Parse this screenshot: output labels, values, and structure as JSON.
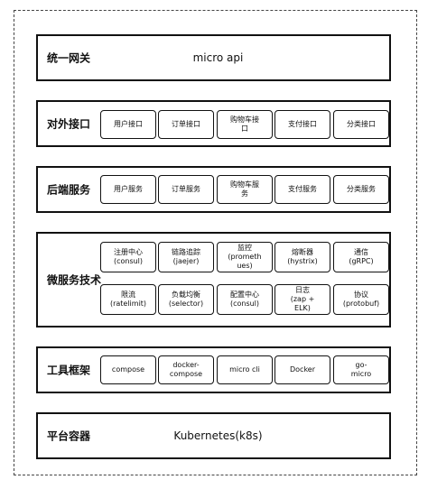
{
  "layers": {
    "gateway": {
      "title": "统一网关",
      "center": "micro api"
    },
    "external_api": {
      "title": "对外接口",
      "items": [
        "用户接口",
        "订单接口",
        "购物车接\n口",
        "支付接口",
        "分类接口"
      ]
    },
    "backend": {
      "title": "后端服务",
      "items": [
        "用户服务",
        "订单服务",
        "购物车服\n务",
        "支付服务",
        "分类服务"
      ]
    },
    "microservice_tech": {
      "title": "微服务技术",
      "row1": [
        "注册中心\n(consul)",
        "链路追踪\n(jaejer)",
        "监控\n(prometh\nues)",
        "熔断器\n(hystrix)",
        "通信\n(gRPC)"
      ],
      "row2": [
        "限流\n(ratelimit)",
        "负载均衡\n(selector)",
        "配置中心\n(consul)",
        "日志\n(zap +\nELK)",
        "协议\n(protobuf)"
      ]
    },
    "tools": {
      "title": "工具框架",
      "items": [
        "compose",
        "docker-\ncompose",
        "micro cli",
        "Docker",
        "go-\nmicro"
      ]
    },
    "platform": {
      "title": "平台容器",
      "center": "Kubernetes(k8s)"
    }
  }
}
